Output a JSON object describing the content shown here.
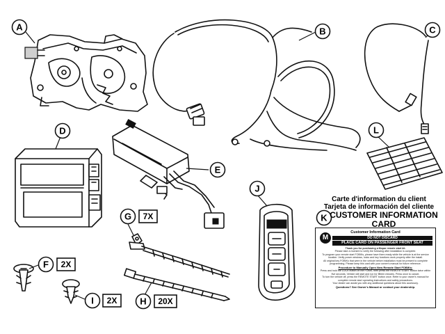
{
  "callouts": [
    {
      "id": "A"
    },
    {
      "id": "B"
    },
    {
      "id": "C"
    },
    {
      "id": "D"
    },
    {
      "id": "E"
    },
    {
      "id": "F"
    },
    {
      "id": "G"
    },
    {
      "id": "H"
    },
    {
      "id": "I"
    },
    {
      "id": "J"
    },
    {
      "id": "K"
    },
    {
      "id": "L"
    }
  ],
  "quantities": {
    "F": "2X",
    "G": "7X",
    "H": "20X",
    "I": "2X"
  },
  "card_headings": {
    "french": "Carte d'information du client",
    "spanish": "Tarjeta de información del cliente",
    "english": "CUSTOMER INFORMATION CARD"
  },
  "card": {
    "logo_letter": "M",
    "title": "Customer Information Card",
    "do_not_discard": "DO NOT DISCARD",
    "place_card": "PLACE CARD ON PASSENGER FRONT SEAT",
    "thank_you": "Thank you for purchasing a Mopar remote start kit.",
    "body_1": "Please take a moment to verify the following after installation is complete.",
    "body_2": "To program your remote start FOBIKs, please have them ready while the vehicle is at the service location. Verify power windows, locks and key functions work properly after the install.",
    "body_3": "All original key FOBIKs that were in the vehicle before installation must be present to complete programming. Please keep this card with your owner's manual for future reference.",
    "procedure_heading": "Procedure to Manually Open New Remote Start FOBIKs:",
    "body_4": "Press and hold the LOCK button on the FOBIK, then press the REMOTE START button twice within five seconds. Vehicle will start and run for fifteen minutes. Press once to cancel.",
    "body_5": "To turn the vehicle off, press the REMOTE START button once. Refer to your owner's manual for complete remote start operating instructions and safety precautions.",
    "body_6": "Your dealer can assist you with any additional questions about this accessory.",
    "questions": "Questions? See Owner's Manual or contact your dealership."
  },
  "icons": [
    "hood-latch-icon",
    "wiring-harness-icon",
    "antenna-cable-icon",
    "control-module-icon",
    "remote-start-module-icon",
    "push-pin-retainer-icon",
    "cable-tie-mount-icon",
    "cable-tie-icon",
    "christmas-tree-clip-icon",
    "key-fob-icon",
    "customer-card-icon",
    "adhesive-pads-icon"
  ]
}
